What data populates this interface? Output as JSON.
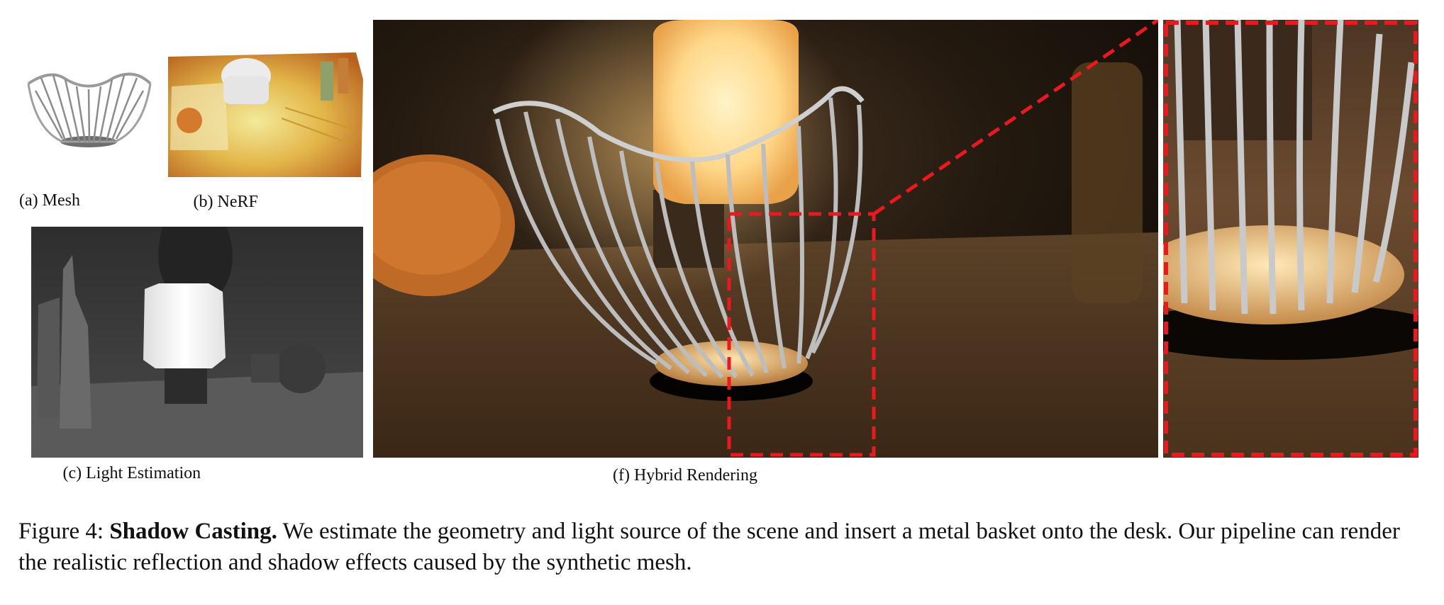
{
  "panels": {
    "mesh": {
      "caption": "(a) Mesh"
    },
    "nerf": {
      "caption": "(b) NeRF"
    },
    "light": {
      "caption": "(c) Light Estimation"
    },
    "hybrid": {
      "caption": "(f) Hybrid Rendering"
    }
  },
  "figure_caption": {
    "label": "Figure 4: ",
    "title": "Shadow Casting.",
    "body": " We estimate the geometry and light source of the scene and insert a metal basket onto the desk. Our pipeline can render the realistic reflection and shadow effects caused by the synthetic mesh."
  },
  "colors": {
    "zoom_box": "#e8191f",
    "lamp_glow": "#ffd88a",
    "scene_dark": "#1c1410"
  }
}
